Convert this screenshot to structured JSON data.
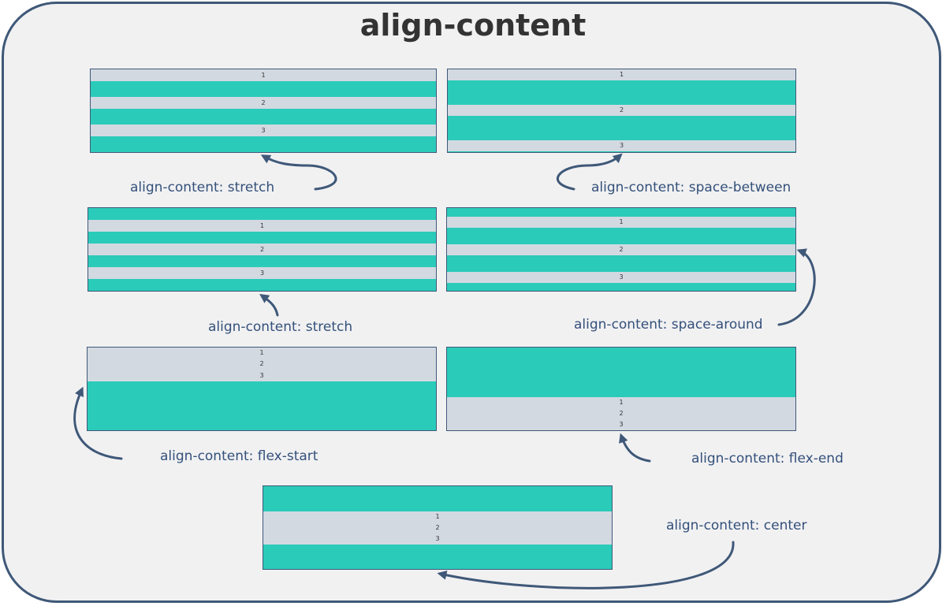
{
  "title": "align-content",
  "colors": {
    "frame_border": "#3f5878",
    "frame_background": "#f1f1f2",
    "item_row": "#d3d9e1",
    "container_fill": "#2bcbb9",
    "label_text": "#34507a",
    "title_text": "#333333"
  },
  "panels": [
    {
      "label": "align-content: stretch",
      "items": [
        "1",
        "2",
        "3"
      ]
    },
    {
      "label": "align-content: space-between",
      "items": [
        "1",
        "2",
        "3"
      ]
    },
    {
      "label": "align-content: stretch",
      "items": [
        "1",
        "2",
        "3"
      ]
    },
    {
      "label": "align-content: space-around",
      "items": [
        "1",
        "2",
        "3"
      ]
    },
    {
      "label": "align-content: flex-start",
      "items": [
        "1",
        "2",
        "3"
      ]
    },
    {
      "label": "align-content: flex-end",
      "items": [
        "1",
        "2",
        "3"
      ]
    },
    {
      "label": "align-content: center",
      "items": [
        "1",
        "2",
        "3"
      ]
    }
  ]
}
